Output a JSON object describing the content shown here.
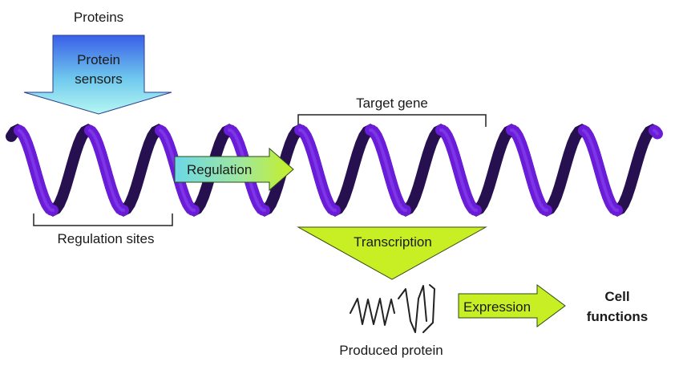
{
  "labels": {
    "proteins": "Proteins",
    "sensor_line1": "Protein",
    "sensor_line2": "sensors",
    "target_gene": "Target gene",
    "regulation": "Regulation",
    "regulation_sites": "Regulation sites",
    "transcription": "Transcription",
    "produced_protein": "Produced protein",
    "expression": "Expression",
    "cell_line1": "Cell",
    "cell_line2": "functions"
  },
  "colors": {
    "helix": "#6a1cd9",
    "helix_dark": "#27104f",
    "arrow_green": "#c7ef24",
    "arrow_teal": "#6fd5e0",
    "sensor_top": "#3a5fe8",
    "sensor_bottom": "#a8f6f3"
  }
}
